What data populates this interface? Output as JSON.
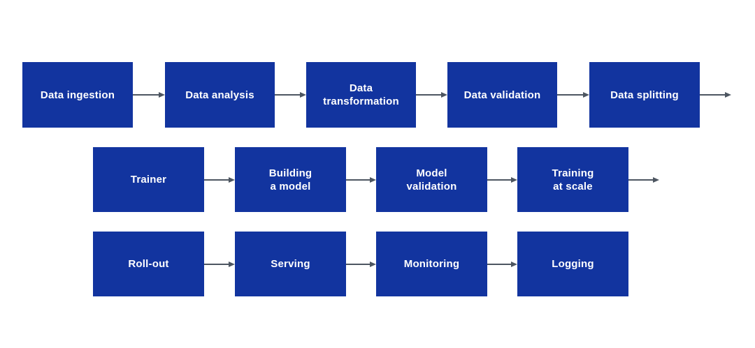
{
  "colors": {
    "box_fill": "#12349F",
    "box_text": "#FFFFFF",
    "arrow": "#4D5661",
    "background": "#FFFFFF"
  },
  "pipeline": {
    "rows": [
      {
        "boxes": [
          {
            "label": "Data ingestion"
          },
          {
            "label": "Data analysis"
          },
          {
            "label": "Data\ntransformation"
          },
          {
            "label": "Data validation"
          },
          {
            "label": "Data splitting"
          }
        ],
        "continues": true
      },
      {
        "boxes": [
          {
            "label": "Trainer"
          },
          {
            "label": "Building\na model"
          },
          {
            "label": "Model\nvalidation"
          },
          {
            "label": "Training\nat scale"
          }
        ],
        "continues": true
      },
      {
        "boxes": [
          {
            "label": "Roll-out"
          },
          {
            "label": "Serving"
          },
          {
            "label": "Monitoring"
          },
          {
            "label": "Logging"
          }
        ],
        "continues": false
      }
    ]
  }
}
